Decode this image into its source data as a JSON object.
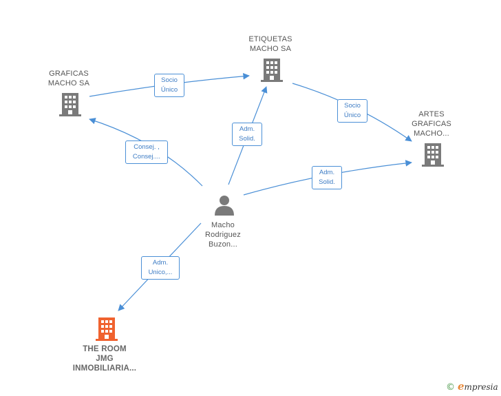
{
  "nodes": {
    "etiquetas": {
      "lines": [
        "ETIQUETAS",
        "MACHO SA"
      ],
      "icon": "building-icon",
      "color": "#7a7a7a"
    },
    "graficas": {
      "lines": [
        "GRAFICAS",
        "MACHO SA"
      ],
      "icon": "building-icon",
      "color": "#7a7a7a"
    },
    "artes": {
      "lines": [
        "ARTES",
        "GRAFICAS",
        "MACHO..."
      ],
      "icon": "building-icon",
      "color": "#7a7a7a"
    },
    "person": {
      "lines": [
        "Macho",
        "Rodriguez",
        "Buzon..."
      ],
      "icon": "person-icon",
      "color": "#7a7a7a"
    },
    "theroom": {
      "lines": [
        "THE ROOM",
        "JMG",
        "INMOBILIARIA..."
      ],
      "icon": "building-icon",
      "color": "#f0622f"
    }
  },
  "edges": {
    "graficas_etiquetas": {
      "lines": [
        "Socio",
        "Único"
      ]
    },
    "etiquetas_artes": {
      "lines": [
        "Socio",
        "Único"
      ]
    },
    "person_graficas": {
      "lines": [
        "Consej. ,",
        "Consej...."
      ]
    },
    "person_etiquetas": {
      "lines": [
        "Adm.",
        "Solid."
      ]
    },
    "person_artes": {
      "lines": [
        "Adm.",
        "Solid."
      ]
    },
    "person_theroom": {
      "lines": [
        "Adm.",
        "Unico,..."
      ]
    }
  },
  "brand": {
    "copyright": "©",
    "e": "e",
    "rest": "mpresia"
  },
  "colors": {
    "edge": "#4a8fd6",
    "company": "#7a7a7a",
    "highlight": "#f0622f"
  }
}
